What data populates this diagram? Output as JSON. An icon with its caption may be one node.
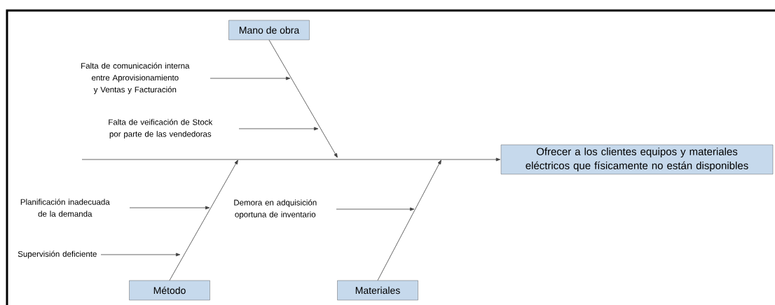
{
  "diagram": {
    "nodes": [
      {
        "text": [
          "Ofrecer a los clientes equipos y materiales eléctricos que físicamente no están disponibles"
        ]
      },
      {
        "text": [
          "Mano de obra"
        ]
      },
      {
        "text": [
          "Método"
        ]
      },
      {
        "text": [
          "Materiales"
        ]
      },
      {
        "text": [
          "Falta de comunicación interna entre Aprovisionamiento y Ventas y Facturación"
        ]
      },
      {
        "text": [
          "Falta de veificación de Stock por parte de las vendedoras"
        ]
      },
      {
        "text": [
          "Planificación inadecuada de la demanda"
        ]
      },
      {
        "text": [
          "Supervisión deficiente"
        ]
      },
      {
        "text": [
          "Demora en adquisición oportuna de inventario"
        ]
      }
    ],
    "edges": [
      {
        "from": null,
        "to": 0,
        "arrow": "to"
      },
      {
        "from": 1,
        "to": null,
        "arrow": "to"
      },
      {
        "from": 2,
        "to": null,
        "arrow": "to"
      },
      {
        "from": 3,
        "to": null,
        "arrow": "to"
      },
      {
        "from": 4,
        "to": null,
        "arrow": "to"
      },
      {
        "from": 5,
        "to": null,
        "arrow": "to"
      },
      {
        "from": 6,
        "to": null,
        "arrow": "to"
      },
      {
        "from": 7,
        "to": null,
        "arrow": "to"
      },
      {
        "from": 8,
        "to": null,
        "arrow": "to"
      }
    ]
  }
}
